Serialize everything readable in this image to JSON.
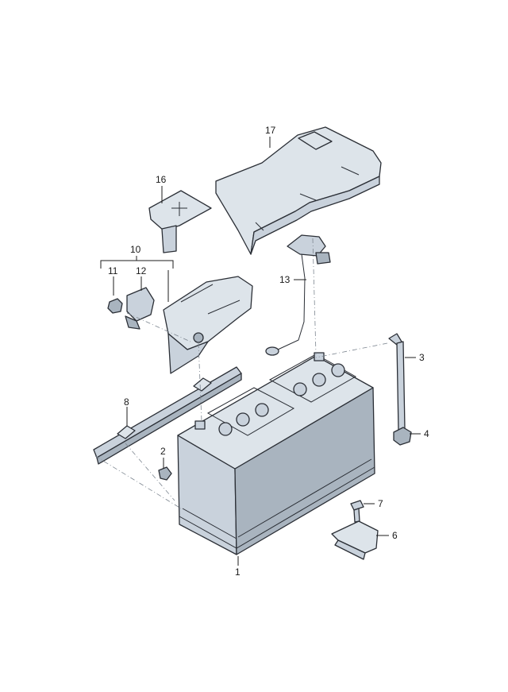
{
  "callouts": {
    "c1": "1",
    "c2": "2",
    "c3": "3",
    "c4": "4",
    "c6": "6",
    "c7": "7",
    "c8": "8",
    "c10": "10",
    "c11": "11",
    "c12": "12",
    "c13": "13",
    "c16": "16",
    "c17": "17"
  },
  "colors": {
    "part_fill": "#c9d2dc",
    "line": "#2b2f36"
  }
}
